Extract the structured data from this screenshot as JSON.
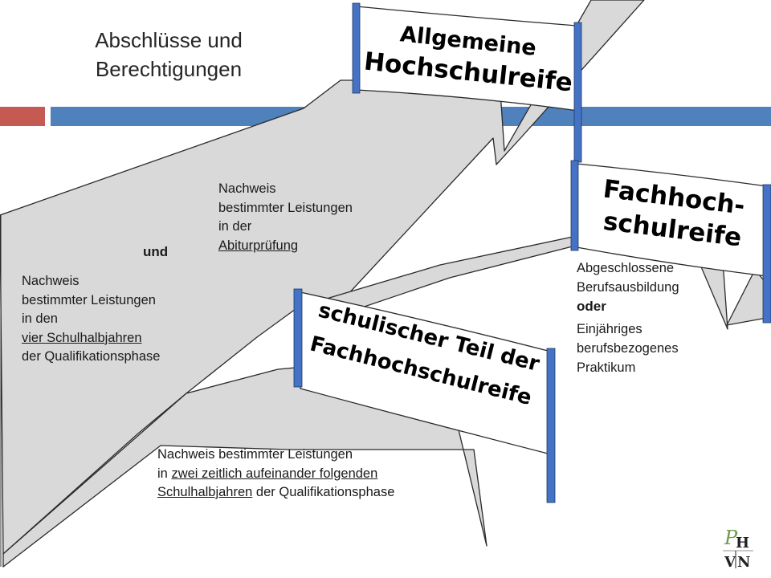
{
  "title": {
    "line1": "Abschlüsse und",
    "line2": "Berechtigungen"
  },
  "accent_colors": {
    "red_bar": "#c55a52",
    "blue_bar": "#4f81bd",
    "ribbon_fill": "#d9d9d9",
    "sign_pole": "#4472c4"
  },
  "signs": {
    "allgemeine": {
      "line1": "Allgemeine",
      "line2": "Hochschulreife"
    },
    "fachhoch": {
      "line1": "Fachhoch-",
      "line2": "schulreife"
    },
    "schulisch": {
      "line1": "schulischer Teil der",
      "line2": "Fachhochschulreife"
    }
  },
  "texts": {
    "und": "und",
    "qualification_block": {
      "line1": "Nachweis",
      "line2": "bestimmter Leistungen",
      "line3": "in den",
      "line4": "vier Schulhalbjahren",
      "line5": "der Qualifikationsphase"
    },
    "abitur_block": {
      "line1": "Nachweis",
      "line2": "bestimmter Leistungen",
      "line3": "in der",
      "line4": "Abiturprüfung"
    },
    "two_terms_block": {
      "line1": "Nachweis bestimmter Leistungen",
      "line2_prefix": "in ",
      "line2_underlined": "zwei zeitlich aufeinander folgenden",
      "line3_underlined": "Schulhalbjahren",
      "line3_suffix": " der Qualifikationsphase"
    },
    "vocational_block": {
      "line1": "Abgeschlossene",
      "line2": "Berufsausbildung",
      "line3": "oder",
      "line4": "Einjähriges",
      "line5": "berufsbezogenes",
      "line6": "Praktikum"
    }
  },
  "logo": {
    "letters": "PHVN"
  }
}
